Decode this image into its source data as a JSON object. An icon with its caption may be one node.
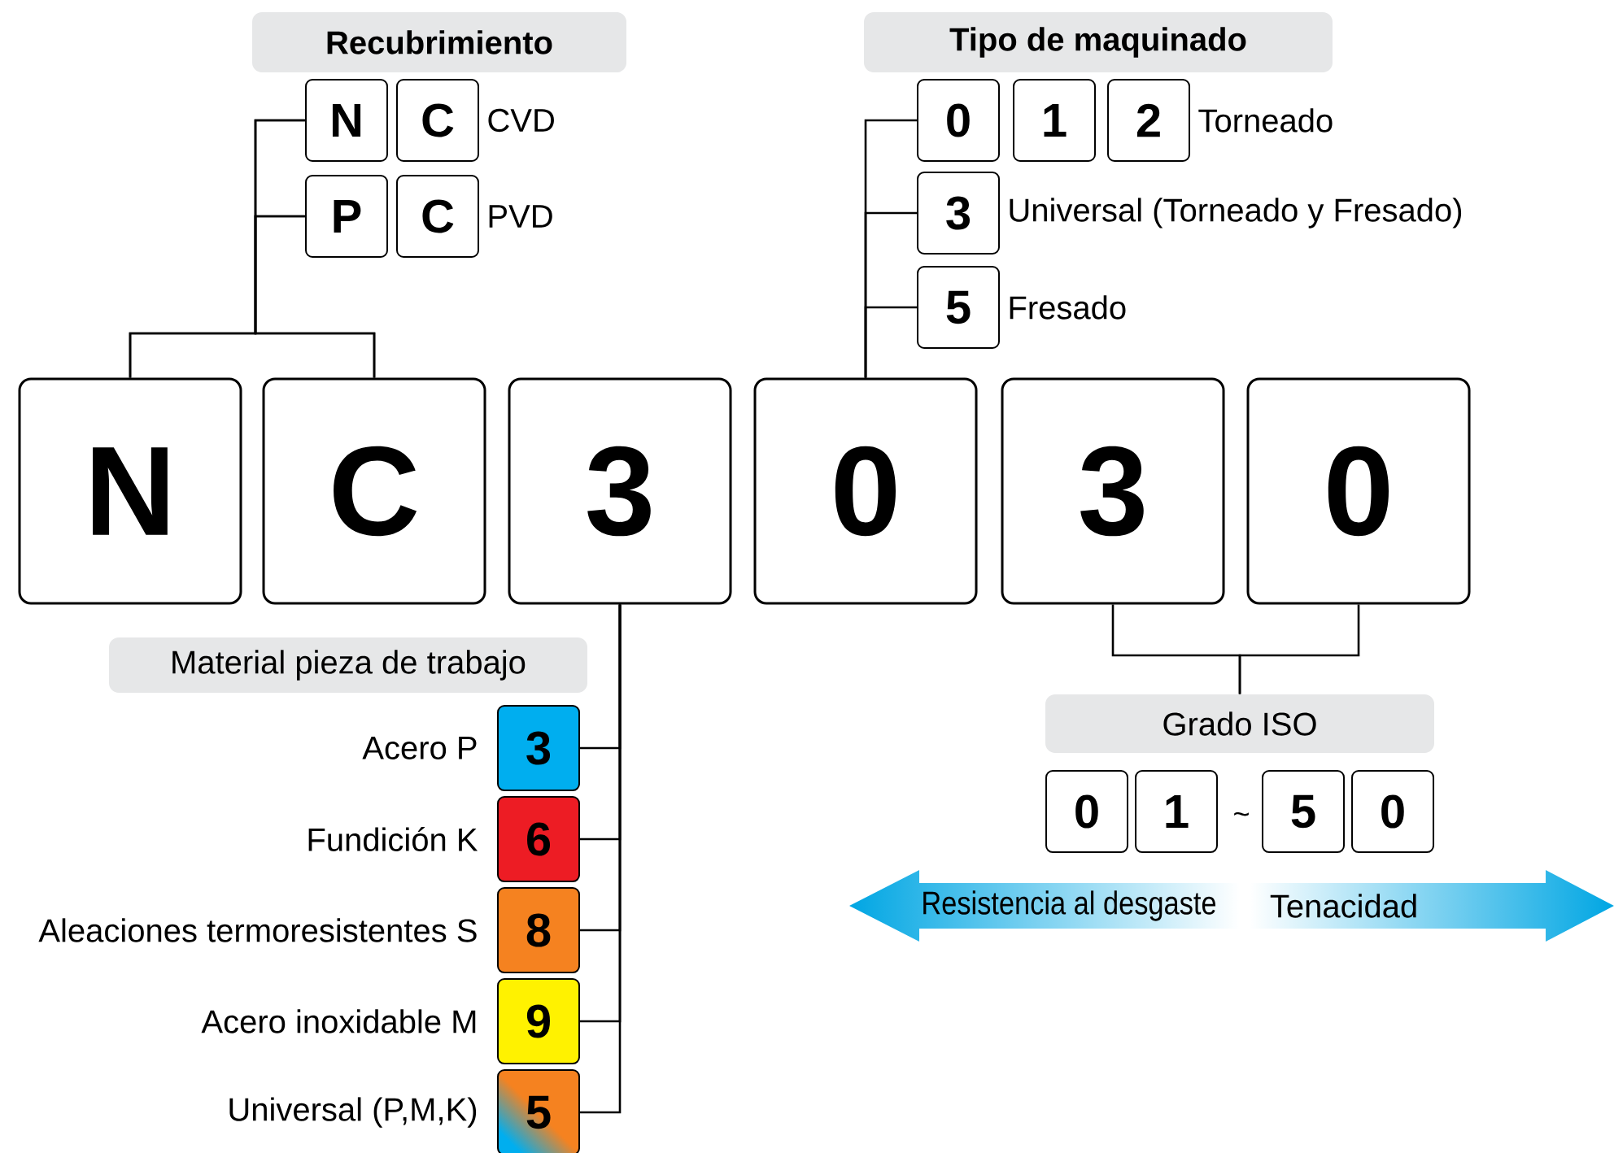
{
  "diagram": {
    "nodes": [
      {
        "text": [
          "Recubrimiento"
        ]
      },
      {
        "text": [
          "Tipo de maquinado"
        ]
      },
      {
        "text": [
          "N"
        ]
      },
      {
        "text": [
          "C"
        ],
        "beside": [
          "CVD"
        ]
      },
      {
        "text": [
          "0"
        ]
      },
      {
        "text": [
          "1"
        ]
      },
      {
        "text": [
          "2"
        ],
        "beside": [
          "Torneado"
        ]
      },
      {
        "text": [
          "P"
        ]
      },
      {
        "text": [
          "C"
        ],
        "beside": [
          "PVD"
        ]
      },
      {
        "text": [
          "3"
        ],
        "beside": [
          "Universal (Torneado y Fresado)"
        ]
      },
      {
        "text": [
          "5"
        ],
        "beside": [
          "Fresado"
        ]
      },
      {
        "text": [
          "N"
        ]
      },
      {
        "text": [
          "C"
        ]
      },
      {
        "text": [
          "3"
        ]
      },
      {
        "text": [
          "0"
        ]
      },
      {
        "text": [
          "3"
        ]
      },
      {
        "text": [
          "0"
        ]
      },
      {
        "text": [
          "Material pieza de trabajo"
        ]
      },
      {
        "text": [
          "Grado ISO"
        ]
      },
      {
        "text": [
          "3"
        ],
        "beside": [
          "Acero P"
        ]
      },
      {
        "text": [
          "6"
        ],
        "beside": [
          "Fundición K"
        ]
      },
      {
        "text": [
          "8"
        ],
        "beside": [
          "Aleaciones termoresistentes S"
        ]
      },
      {
        "text": [
          "9"
        ],
        "beside": [
          "Acero inoxidable M"
        ]
      },
      {
        "text": [
          "5"
        ],
        "beside": [
          "Universal (P,M,K)"
        ]
      },
      {
        "text": [
          "0"
        ]
      },
      {
        "text": [
          "1"
        ]
      },
      {
        "text": [
          "5"
        ]
      },
      {
        "text": [
          "0"
        ]
      }
    ],
    "edges": [
      {
        "from": 11,
        "to": 2,
        "arrow": "none"
      },
      {
        "from": 11,
        "to": 7,
        "arrow": "none"
      },
      {
        "from": 12,
        "to": 2,
        "arrow": "none"
      },
      {
        "from": 12,
        "to": 7,
        "arrow": "none"
      },
      {
        "from": 14,
        "to": 4,
        "arrow": "none"
      },
      {
        "from": 14,
        "to": 9,
        "arrow": "none"
      },
      {
        "from": 14,
        "to": 10,
        "arrow": "none"
      },
      {
        "from": 13,
        "to": 19,
        "arrow": "none"
      },
      {
        "from": 13,
        "to": 20,
        "arrow": "none"
      },
      {
        "from": 13,
        "to": 21,
        "arrow": "none"
      },
      {
        "from": 13,
        "to": 22,
        "arrow": "none"
      },
      {
        "from": 13,
        "to": 23,
        "arrow": "none"
      },
      {
        "from": 15,
        "to": 18,
        "arrow": "none"
      },
      {
        "from": 16,
        "to": 18,
        "arrow": "none"
      }
    ],
    "labels": [
      "~",
      "Resistencia al desgaste",
      "Tenacidad"
    ]
  }
}
